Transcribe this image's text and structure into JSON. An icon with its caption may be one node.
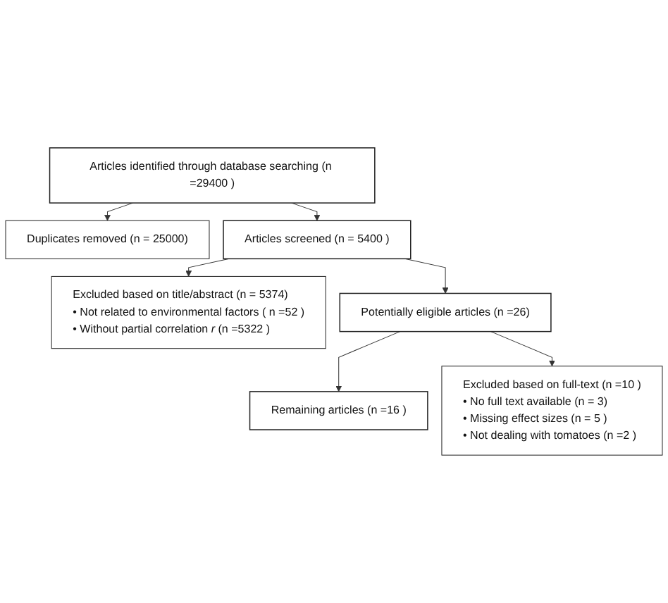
{
  "diagram": {
    "nodes": [
      {
        "text": [
          "Articles identified through database searching (n =29400 )"
        ]
      },
      {
        "text": [
          "Duplicates removed (n = 25000)"
        ]
      },
      {
        "text": [
          "Articles screened (n = 5400 )"
        ]
      },
      {
        "text": [
          "Excluded based on title/abstract (n = 5374)",
          "• Not related to environmental factors ( n =52 )",
          "• Without partial correlation *r* (n =5322 )"
        ]
      },
      {
        "text": [
          "Potentially eligible articles (n =26)"
        ]
      },
      {
        "text": [
          "Excluded based on full-text (n =10 )",
          "• No full text available (n = 3)",
          "• Missing effect sizes (n = 5 )",
          "• Not dealing with tomatoes (n =2 )"
        ]
      },
      {
        "text": [
          "Remaining articles (n =16 )"
        ]
      }
    ],
    "edges": [
      {
        "from": 0,
        "to": 2,
        "arrow": "to"
      },
      {
        "from": 0,
        "to": 1,
        "arrow": "to"
      },
      {
        "from": 2,
        "to": 4,
        "arrow": "to"
      },
      {
        "from": 2,
        "to": 3,
        "arrow": "to"
      },
      {
        "from": 4,
        "to": 6,
        "arrow": "to"
      },
      {
        "from": 4,
        "to": 5,
        "arrow": "to"
      }
    ]
  }
}
